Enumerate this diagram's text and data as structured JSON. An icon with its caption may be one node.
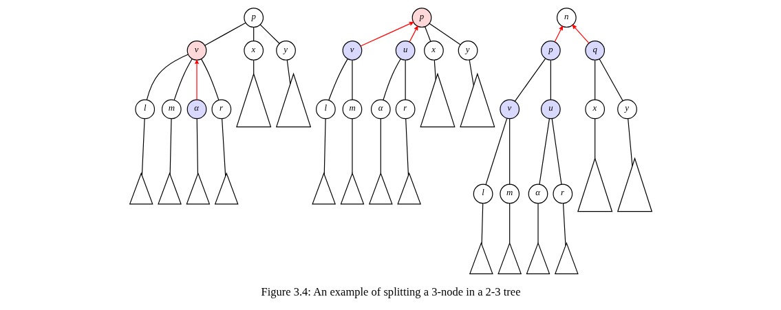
{
  "diagram": {
    "caption": "Figure 3.4: An example of splitting a 3-node in a 2-3 tree",
    "nodes": [
      {
        "text": [
          "p"
        ]
      },
      {
        "text": [
          "v"
        ]
      },
      {
        "text": [
          "x"
        ]
      },
      {
        "text": [
          "y"
        ]
      },
      {
        "text": [
          "l"
        ]
      },
      {
        "text": [
          "m"
        ]
      },
      {
        "text": [
          "α"
        ]
      },
      {
        "text": [
          "r"
        ]
      },
      {
        "text": [],
        "shape": "triangle"
      },
      {
        "text": [],
        "shape": "triangle"
      },
      {
        "text": [],
        "shape": "triangle"
      },
      {
        "text": [],
        "shape": "triangle"
      },
      {
        "text": [],
        "shape": "triangle"
      },
      {
        "text": [],
        "shape": "triangle"
      },
      {
        "text": [
          "p"
        ]
      },
      {
        "text": [
          "v"
        ]
      },
      {
        "text": [
          "u"
        ]
      },
      {
        "text": [
          "x"
        ]
      },
      {
        "text": [
          "y"
        ]
      },
      {
        "text": [
          "l"
        ]
      },
      {
        "text": [
          "m"
        ]
      },
      {
        "text": [
          "α"
        ]
      },
      {
        "text": [
          "r"
        ]
      },
      {
        "text": [],
        "shape": "triangle"
      },
      {
        "text": [],
        "shape": "triangle"
      },
      {
        "text": [],
        "shape": "triangle"
      },
      {
        "text": [],
        "shape": "triangle"
      },
      {
        "text": [],
        "shape": "triangle"
      },
      {
        "text": [],
        "shape": "triangle"
      },
      {
        "text": [
          "n"
        ]
      },
      {
        "text": [
          "p"
        ]
      },
      {
        "text": [
          "q"
        ]
      },
      {
        "text": [
          "v"
        ]
      },
      {
        "text": [
          "u"
        ]
      },
      {
        "text": [
          "x"
        ]
      },
      {
        "text": [
          "y"
        ]
      },
      {
        "text": [
          "l"
        ]
      },
      {
        "text": [
          "m"
        ]
      },
      {
        "text": [
          "α"
        ]
      },
      {
        "text": [
          "r"
        ]
      },
      {
        "text": [],
        "shape": "triangle"
      },
      {
        "text": [],
        "shape": "triangle"
      },
      {
        "text": [],
        "shape": "triangle"
      },
      {
        "text": [],
        "shape": "triangle"
      },
      {
        "text": [],
        "shape": "triangle"
      },
      {
        "text": [],
        "shape": "triangle"
      }
    ],
    "edges": [
      {
        "from": 0,
        "to": 1,
        "arrow": "none"
      },
      {
        "from": 0,
        "to": 2,
        "arrow": "none"
      },
      {
        "from": 0,
        "to": 3,
        "arrow": "none"
      },
      {
        "from": 1,
        "to": 4,
        "arrow": "none"
      },
      {
        "from": 1,
        "to": 5,
        "arrow": "none"
      },
      {
        "from": 6,
        "to": 1,
        "arrow": "to",
        "color": "#ff0000"
      },
      {
        "from": 1,
        "to": 7,
        "arrow": "none"
      },
      {
        "from": 4,
        "to": 8,
        "arrow": "none"
      },
      {
        "from": 5,
        "to": 9,
        "arrow": "none"
      },
      {
        "from": 6,
        "to": 10,
        "arrow": "none"
      },
      {
        "from": 7,
        "to": 11,
        "arrow": "none"
      },
      {
        "from": 2,
        "to": 12,
        "arrow": "none"
      },
      {
        "from": 3,
        "to": 13,
        "arrow": "none"
      },
      {
        "from": 15,
        "to": 14,
        "arrow": "to",
        "color": "#ff0000"
      },
      {
        "from": 16,
        "to": 14,
        "arrow": "to",
        "color": "#ff0000"
      },
      {
        "from": 14,
        "to": 17,
        "arrow": "none"
      },
      {
        "from": 14,
        "to": 18,
        "arrow": "none"
      },
      {
        "from": 15,
        "to": 19,
        "arrow": "none"
      },
      {
        "from": 15,
        "to": 20,
        "arrow": "none"
      },
      {
        "from": 16,
        "to": 21,
        "arrow": "none"
      },
      {
        "from": 16,
        "to": 22,
        "arrow": "none"
      },
      {
        "from": 19,
        "to": 23,
        "arrow": "none"
      },
      {
        "from": 20,
        "to": 24,
        "arrow": "none"
      },
      {
        "from": 21,
        "to": 25,
        "arrow": "none"
      },
      {
        "from": 22,
        "to": 26,
        "arrow": "none"
      },
      {
        "from": 17,
        "to": 27,
        "arrow": "none"
      },
      {
        "from": 18,
        "to": 28,
        "arrow": "none"
      },
      {
        "from": 30,
        "to": 29,
        "arrow": "to",
        "color": "#ff0000"
      },
      {
        "from": 31,
        "to": 29,
        "arrow": "to",
        "color": "#ff0000"
      },
      {
        "from": 30,
        "to": 32,
        "arrow": "none"
      },
      {
        "from": 30,
        "to": 33,
        "arrow": "none"
      },
      {
        "from": 31,
        "to": 34,
        "arrow": "none"
      },
      {
        "from": 31,
        "to": 35,
        "arrow": "none"
      },
      {
        "from": 32,
        "to": 36,
        "arrow": "none"
      },
      {
        "from": 32,
        "to": 37,
        "arrow": "none"
      },
      {
        "from": 33,
        "to": 38,
        "arrow": "none"
      },
      {
        "from": 33,
        "to": 39,
        "arrow": "none"
      },
      {
        "from": 36,
        "to": 40,
        "arrow": "none"
      },
      {
        "from": 37,
        "to": 41,
        "arrow": "none"
      },
      {
        "from": 38,
        "to": 42,
        "arrow": "none"
      },
      {
        "from": 39,
        "to": 43,
        "arrow": "none"
      },
      {
        "from": 34,
        "to": 44,
        "arrow": "none"
      },
      {
        "from": 35,
        "to": 45,
        "arrow": "none"
      }
    ]
  }
}
